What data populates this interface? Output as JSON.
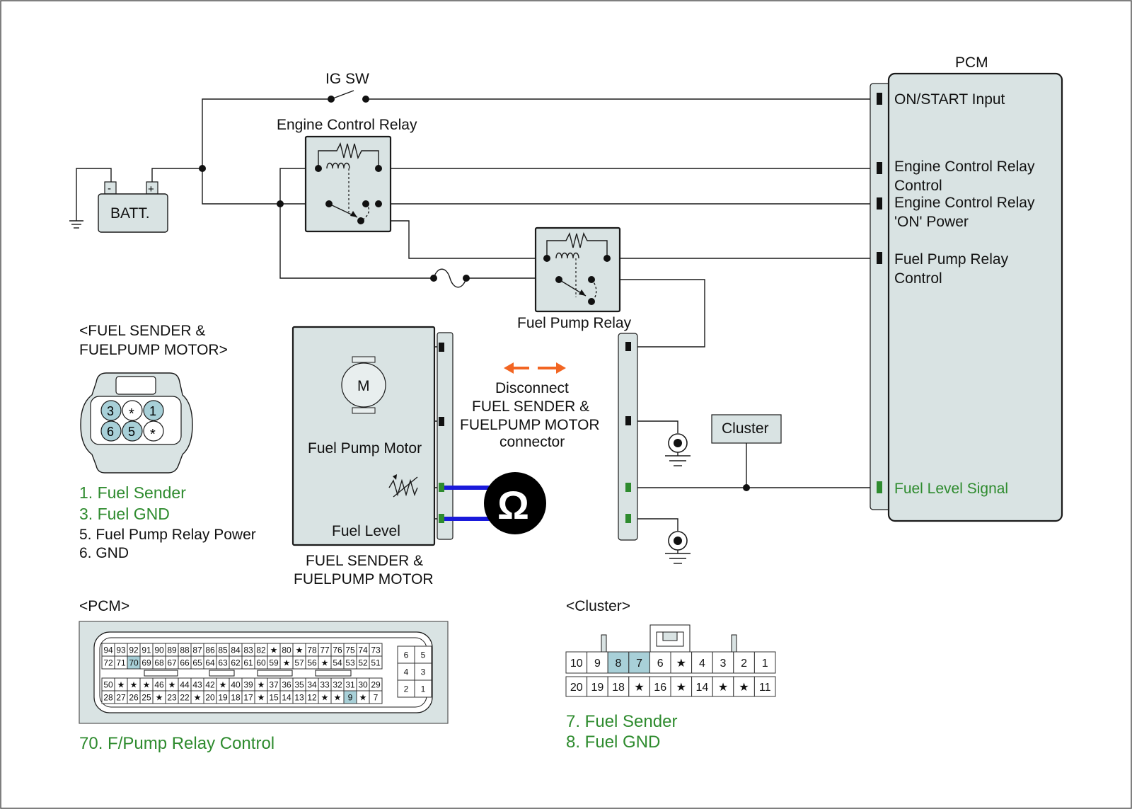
{
  "ig_sw": "IG SW",
  "battery": {
    "label": "BATT.",
    "minus": "-",
    "plus": "+"
  },
  "engine_relay": "Engine Control Relay",
  "fuel_pump_relay": "Fuel Pump Relay",
  "pcm": {
    "title": "PCM",
    "on_start": "ON/START Input",
    "ecr_control": [
      "Engine Control Relay",
      "Control"
    ],
    "ecr_power": [
      "Engine Control Relay",
      "'ON' Power"
    ],
    "fpr_control": [
      "Fuel Pump Relay",
      "Control"
    ],
    "fuel_level_signal": "Fuel Level Signal"
  },
  "sender_module": {
    "motor_symbol": "M",
    "motor_label": "Fuel Pump Motor",
    "level_label": "Fuel Level",
    "caption": [
      "FUEL SENDER &",
      "FUELPUMP MOTOR"
    ]
  },
  "ohmmeter": "Ω",
  "instruction": [
    "Disconnect",
    "FUEL SENDER &",
    "FUELPUMP MOTOR",
    "connector"
  ],
  "cluster_label": "Cluster",
  "sender_connector": {
    "title": [
      "<FUEL SENDER &",
      "FUELPUMP MOTOR>"
    ],
    "pins": [
      "3",
      "*",
      "1",
      "6",
      "5",
      "*"
    ],
    "pins_highlighted": [
      "3",
      "1",
      "6",
      "5"
    ],
    "legend": [
      {
        "text": "1. Fuel Sender",
        "color": "#2e8b2e"
      },
      {
        "text": "3. Fuel GND",
        "color": "#2e8b2e"
      },
      {
        "text": "5. Fuel Pump Relay Power",
        "color": "#111111"
      },
      {
        "text": "6. GND",
        "color": "#111111"
      }
    ]
  },
  "pcm_connector": {
    "title": "<PCM>",
    "rows": [
      [
        "94",
        "93",
        "92",
        "91",
        "90",
        "89",
        "88",
        "87",
        "86",
        "85",
        "84",
        "83",
        "82",
        "★",
        "80",
        "★",
        "78",
        "77",
        "76",
        "75",
        "74",
        "73"
      ],
      [
        "72",
        "71",
        "70",
        "69",
        "68",
        "67",
        "66",
        "65",
        "64",
        "63",
        "62",
        "61",
        "60",
        "59",
        "★",
        "57",
        "56",
        "★",
        "54",
        "53",
        "52",
        "51"
      ],
      [
        "50",
        "★",
        "★",
        "★",
        "46",
        "★",
        "44",
        "43",
        "42",
        "★",
        "40",
        "39",
        "★",
        "37",
        "36",
        "35",
        "34",
        "33",
        "32",
        "31",
        "30",
        "29"
      ],
      [
        "28",
        "27",
        "26",
        "25",
        "★",
        "23",
        "22",
        "★",
        "20",
        "19",
        "18",
        "17",
        "★",
        "15",
        "14",
        "13",
        "12",
        "★",
        "★",
        "9",
        "★",
        "7"
      ]
    ],
    "small_block": [
      [
        "6",
        "5"
      ],
      [
        "4",
        "3"
      ],
      [
        "2",
        "1"
      ]
    ],
    "highlighted": [
      "70",
      "9"
    ],
    "legend": "70. F/Pump Relay Control",
    "legend_color": "#2e8b2e"
  },
  "cluster_connector": {
    "title": "<Cluster>",
    "rows": [
      [
        "10",
        "9",
        "8",
        "7",
        "6",
        "★",
        "4",
        "3",
        "2",
        "1"
      ],
      [
        "20",
        "19",
        "18",
        "★",
        "16",
        "★",
        "14",
        "★",
        "★",
        "11"
      ]
    ],
    "highlighted": [
      "8",
      "7"
    ],
    "legend": [
      "7. Fuel Sender",
      "8. Fuel GND"
    ],
    "legend_color": "#2e8b2e"
  },
  "colors": {
    "module_fill": "#d9e3e3",
    "pin_highlight": "#a8d0d8",
    "measurement_wire": "#1a1adb",
    "arrow": "#f26522",
    "green_text": "#2e8b2e"
  }
}
